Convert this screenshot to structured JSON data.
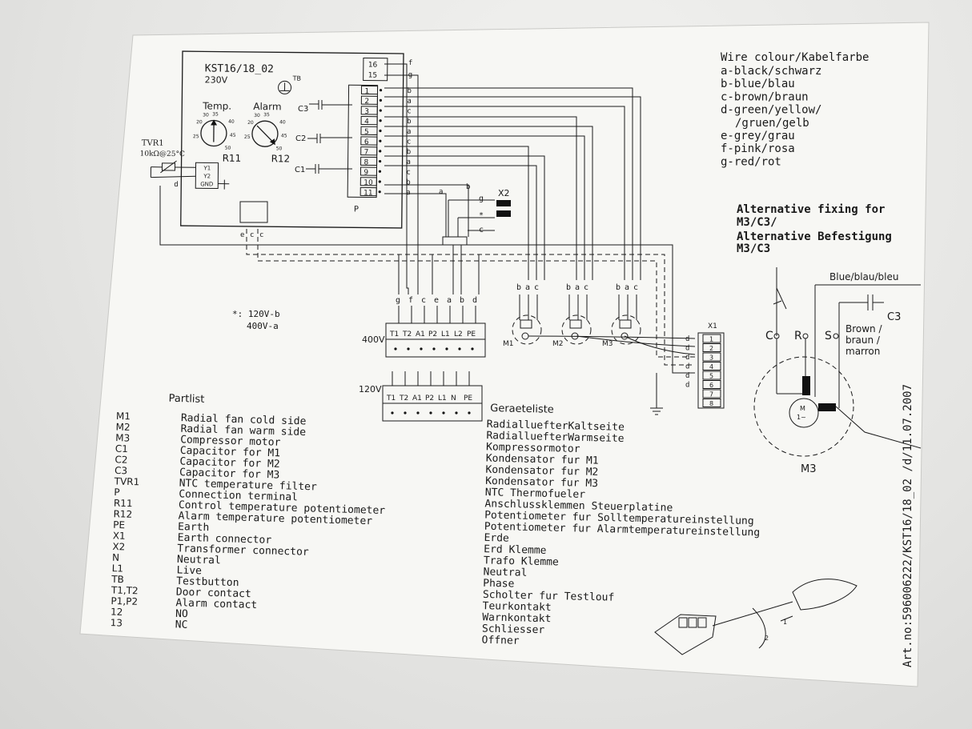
{
  "controller": {
    "model": "KST16/18_02",
    "voltage": "230V",
    "temp_label": "Temp.",
    "alarm_label": "Alarm",
    "testbutton_label": "TB",
    "pot_temp_name": "R11",
    "pot_alarm_name": "R12",
    "dial_ticks": [
      "25",
      "30",
      "35",
      "40",
      "45",
      "50",
      "20"
    ],
    "tvr1_label": "TVR1",
    "tvr1_value": "10kΩ@25°C",
    "sensor_pins": [
      "Y1",
      "Y2",
      "GND"
    ],
    "board_label": "P"
  },
  "terminal_strip": {
    "top_terminals": [
      "16",
      "15"
    ],
    "terminals": [
      "1",
      "2",
      "3",
      "4",
      "5",
      "6",
      "7",
      "8",
      "9",
      "10",
      "11"
    ],
    "wire_codes": [
      "b",
      "a",
      "c",
      "b",
      "a",
      "c",
      "b",
      "a",
      "c",
      "b",
      "a"
    ],
    "top_wire_codes": [
      "f",
      "g"
    ]
  },
  "capacitors": {
    "c3": "C3",
    "c2": "C2",
    "c1": "C1",
    "c3_alt": "C3"
  },
  "transformer": {
    "label": "X2",
    "pins": [
      "g",
      "*",
      "c"
    ],
    "wire_a": "a",
    "wire_b": "b"
  },
  "motor_terminals": {
    "wire_codes": [
      "g",
      "f",
      "c",
      "e",
      "a",
      "b",
      "d"
    ],
    "label_400": "400V",
    "pins_400": [
      "T1",
      "T2",
      "A1",
      "P2",
      "L1",
      "L2",
      "PE"
    ],
    "label_120": "120V",
    "pins_120": [
      "T1",
      "T2",
      "A1",
      "P2",
      "L1",
      "N",
      "PE"
    ],
    "voltage_note_1": "*: 120V-b",
    "voltage_note_2": "400V-a"
  },
  "motors": {
    "m1": "M1",
    "m2": "M2",
    "m3": "M3",
    "wire_codes": [
      "b",
      "a",
      "c"
    ],
    "bottom_code": "e"
  },
  "x1_block": {
    "label": "X1",
    "terminals": [
      "1",
      "2",
      "3",
      "4",
      "5",
      "6",
      "7",
      "8"
    ],
    "wire_codes": [
      "d",
      "d",
      "d",
      "d",
      "d",
      "d"
    ]
  },
  "wire_colours": {
    "title": "Wire colour/Kabelfarbe",
    "entries": [
      "a-black/schwarz",
      "b-blue/blau",
      "c-brown/braun",
      "d-green/yellow/",
      "/gruen/gelb",
      "e-grey/grau",
      "f-pink/rosa",
      "g-red/rot"
    ]
  },
  "alt_fixing": {
    "lines": [
      "Alternative fixing for",
      "M3/C3/",
      "Alternative Befestigung",
      "M3/C3"
    ],
    "blue_label": "Blue/blau/bleu",
    "brown_lines": [
      "Brown /",
      "braun /",
      "marron"
    ],
    "pins": [
      "C",
      "R",
      "S"
    ],
    "motor_label": "M3",
    "motor_symbol": "M",
    "motor_sub": "1~"
  },
  "partlist": {
    "title": "Partlist",
    "codes": [
      "M1",
      "M2",
      "M3",
      "C1",
      "C2",
      "C3",
      "TVR1",
      "P",
      "R11",
      "R12",
      "PE",
      "X1",
      "X2",
      "N",
      "L1",
      "TB",
      "T1,T2",
      "P1,P2",
      "12",
      "13"
    ],
    "items": [
      "Radial fan cold side",
      "Radial fan warm side",
      "Compressor motor",
      "Capacitor for M1",
      "Capacitor for M2",
      "Capacitor for M3",
      "NTC temperature filter",
      "Connection terminal",
      "Control temperature potentiometer",
      "Alarm temperature potentiometer",
      "Earth",
      "Earth connector",
      "Transformer connector",
      "Neutral",
      "Live",
      "Testbutton",
      "Door contact",
      "Alarm contact",
      "NO",
      "NC"
    ]
  },
  "geraeteliste": {
    "title": "Geraeteliste",
    "items": [
      "RadialluefterKaltseite",
      "RadialluefterWarmseite",
      "Kompressormotor",
      "Kondensator fur M1",
      "Kondensator fur M2",
      "Kondensator fur M3",
      "NTC Thermofueler",
      "Anschlussklemmen Steuerplatine",
      "Potentiometer fur Solltemperatureinstellung",
      "Potentiometer fur Alarmtemperatureinstellung",
      "Erde",
      "Erd Klemme",
      "Trafo Klemme",
      "Neutral",
      "Phase",
      "Scholter fur Testlouf",
      "Teurkontakt",
      "Warnkontakt",
      "Schliesser",
      "Offner"
    ]
  },
  "article_number": "Art.no:596006222/KST16/18_02 /d/11.07.2007",
  "connector_arrows": [
    "1",
    "2"
  ]
}
